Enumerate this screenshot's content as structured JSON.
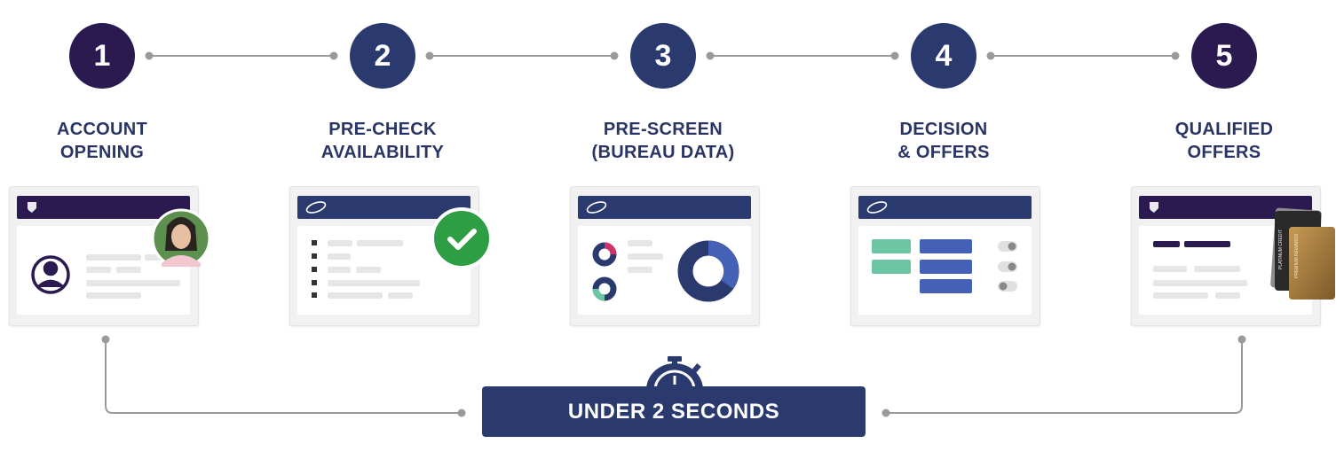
{
  "steps": [
    {
      "number": "1",
      "line1": "ACCOUNT",
      "line2": "OPENING",
      "color": "#2b1a4f"
    },
    {
      "number": "2",
      "line1": "PRE-CHECK",
      "line2": "AVAILABILITY",
      "color": "#2b3a6e"
    },
    {
      "number": "3",
      "line1": "PRE-SCREEN",
      "line2": "(BUREAU DATA)",
      "color": "#2b3a6e"
    },
    {
      "number": "4",
      "line1": "DECISION",
      "line2": "& OFFERS",
      "color": "#2b3a6e"
    },
    {
      "number": "5",
      "line1": "QUALIFIED",
      "line2": "OFFERS",
      "color": "#2b1a4f"
    }
  ],
  "banner": {
    "label": "UNDER 2 SECONDS",
    "icon": "stopwatch-icon"
  },
  "colors": {
    "navy": "#2b3a6e",
    "purple": "#2b1a4f",
    "green": "#2e9e44",
    "teal": "#6cc6a4",
    "pink": "#d0336c",
    "blue": "#4461b5",
    "gray": "#e6e6e6",
    "line": "#9a9a9a"
  },
  "cards": {
    "card5": {
      "cards_text": [
        "PLATINUM CREDIT",
        "PREMIUM REWARDS"
      ]
    }
  }
}
